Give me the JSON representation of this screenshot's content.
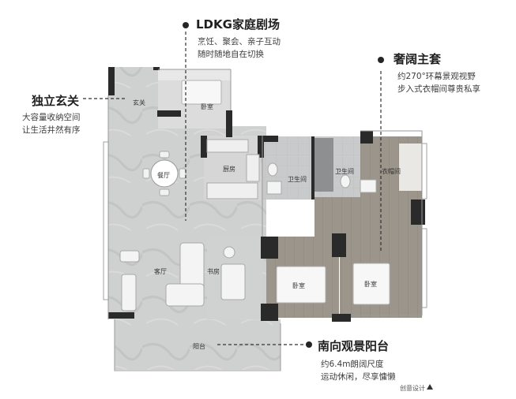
{
  "callouts": {
    "ldkg": {
      "title": "LDKG家庭剧场",
      "lines": [
        "烹饪、聚会、亲子互动",
        "随时随地自在切换"
      ]
    },
    "master": {
      "title": "奢阔主套",
      "lines": [
        "约270°环幕景观视野",
        "步入式衣帽间尊贵私享"
      ]
    },
    "foyer": {
      "title": "独立玄关",
      "lines": [
        "大容量收纳空间",
        "让生活井然有序"
      ]
    },
    "balcony": {
      "title": "南向观景阳台",
      "lines": [
        "约6.4m朗阔尺度",
        "运动休闲，尽享慵懒"
      ]
    }
  },
  "rooms": {
    "foyer": "玄关",
    "bedroom_top": "卧室",
    "dining": "餐厅",
    "kitchen": "厨房",
    "bath1": "卫生间",
    "bath2": "卫生间",
    "closet": "衣帽间",
    "living": "客厅",
    "study": "书房",
    "bedroom_mid": "卧室",
    "bedroom_master": "卧室",
    "balcony": "阳台"
  },
  "footer": {
    "text": "创意设计"
  }
}
